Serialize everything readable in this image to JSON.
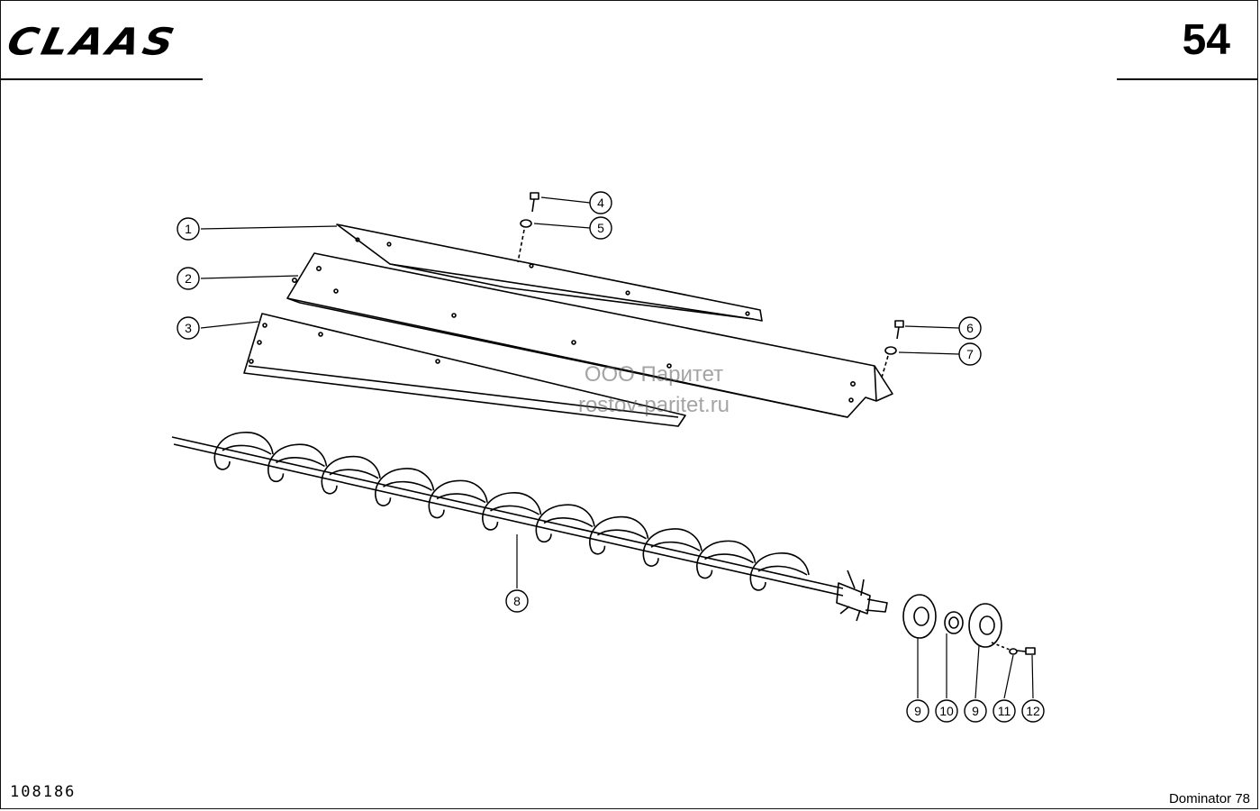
{
  "header": {
    "brand_logo": "CLAAS",
    "page_number": "54"
  },
  "footer": {
    "drawing_number": "108186",
    "model": "Dominator 78"
  },
  "watermark": {
    "line1": "ООО Паритет",
    "line2": "rostov-paritet.ru"
  },
  "callouts": {
    "c1": "1",
    "c2": "2",
    "c3": "3",
    "c4": "4",
    "c5": "5",
    "c6": "6",
    "c7": "7",
    "c8": "8",
    "c9a": "9",
    "c10": "10",
    "c9b": "9",
    "c11": "11",
    "c12": "12"
  }
}
